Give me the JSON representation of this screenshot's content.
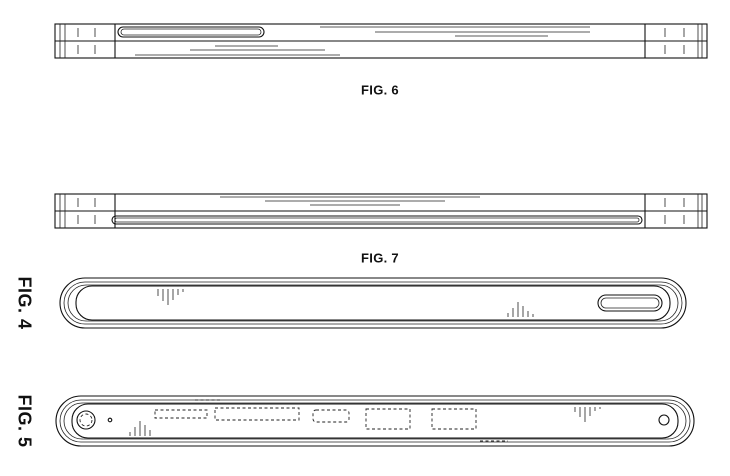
{
  "figures": {
    "fig6": {
      "label": "FIG. 6",
      "view": "side-view"
    },
    "fig7": {
      "label": "FIG. 7",
      "view": "side-view"
    },
    "fig4": {
      "label": "FIG. 4",
      "view": "edge-view"
    },
    "fig5": {
      "label": "FIG. 5",
      "view": "edge-view"
    }
  },
  "colors": {
    "ink": "#111111",
    "background": "#ffffff"
  }
}
